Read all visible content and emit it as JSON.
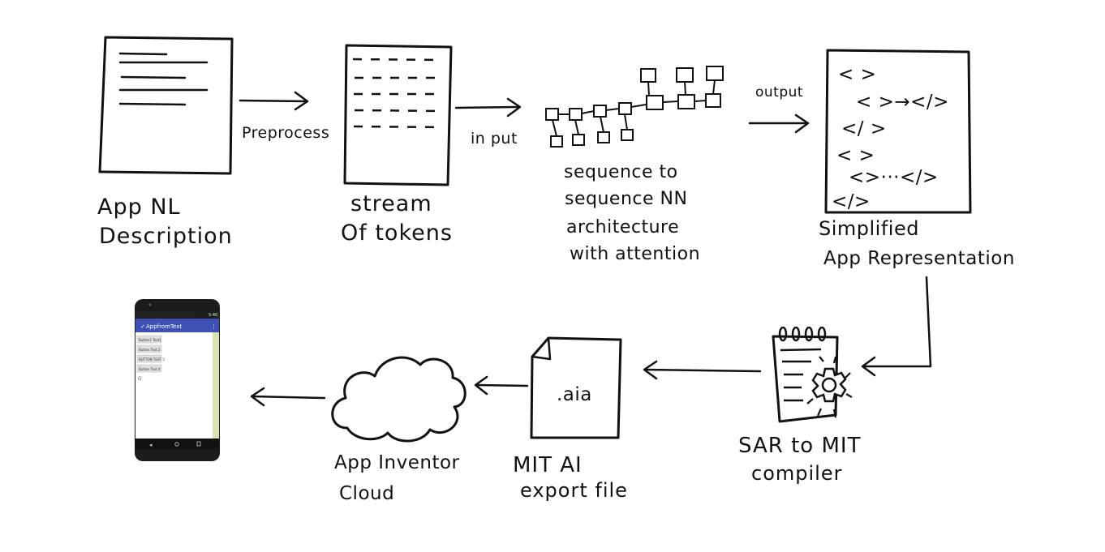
{
  "nodes": {
    "nl_description": {
      "line1": "App NL",
      "line2": "Description"
    },
    "token_stream": {
      "line1": "stream",
      "line2": "Of tokens"
    },
    "seq2seq": {
      "line1": "sequence to",
      "line2": "sequence NN",
      "line3": "architecture",
      "line4": "with attention"
    },
    "sar": {
      "line1": "Simplified",
      "line2": "App Representation",
      "code_lines": [
        "<  >",
        "< >→</>",
        "</  >",
        "< >",
        "<>···</>",
        "</>"
      ]
    },
    "compiler": {
      "line1": "SAR to MIT",
      "line2": "compiler"
    },
    "export_file": {
      "line1": "MIT  AI",
      "line2": "export file",
      "file_ext": ".aia"
    },
    "cloud": {
      "line1": "App Inventor",
      "line2": "Cloud"
    },
    "phone": {
      "app_title": "AppfromText",
      "status_time": "5:40",
      "buttons": [
        "Button1 Text1",
        "Button Text 2",
        "BUTTON TEXT 3",
        "Button Text 4"
      ],
      "extra_char": "G"
    }
  },
  "edges": {
    "preprocess": "Preprocess",
    "input": "in put",
    "output": "output"
  }
}
